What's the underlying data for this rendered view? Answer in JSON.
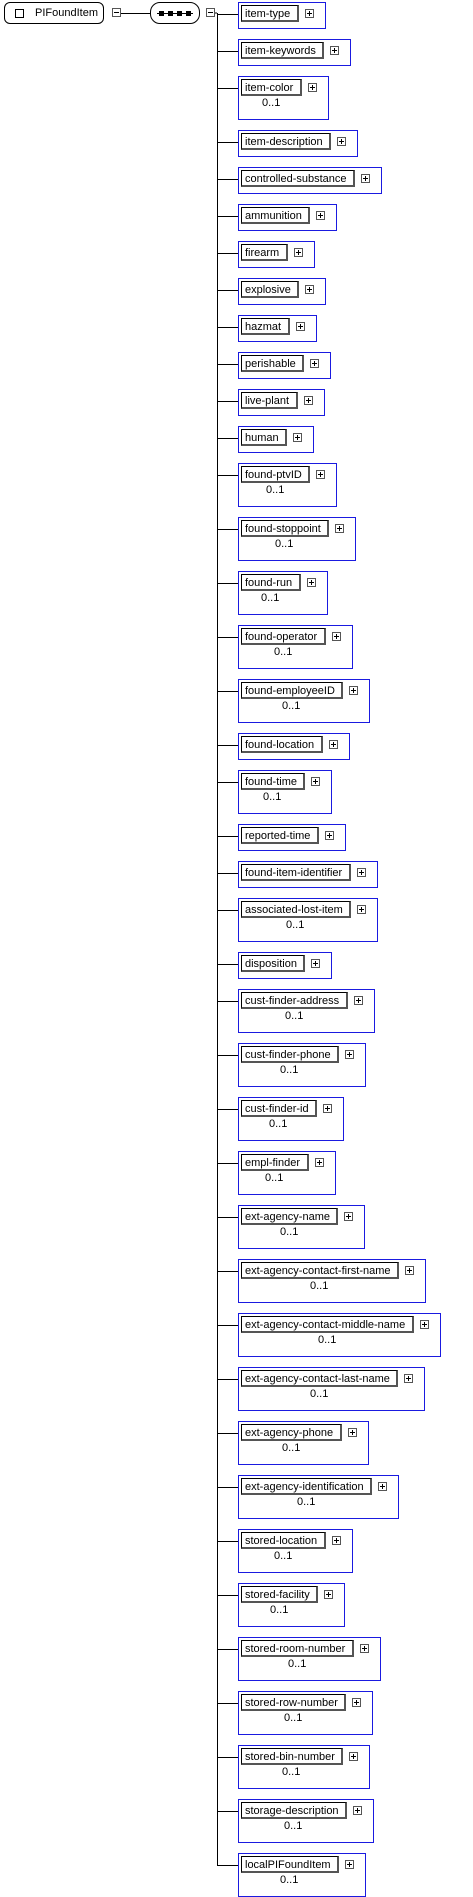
{
  "root": {
    "name": "PIFoundItem"
  },
  "elements": [
    {
      "name": "item-type",
      "occurs": ""
    },
    {
      "name": "item-keywords",
      "occurs": ""
    },
    {
      "name": "item-color",
      "occurs": "0..1"
    },
    {
      "name": "item-description",
      "occurs": ""
    },
    {
      "name": "controlled-substance",
      "occurs": ""
    },
    {
      "name": "ammunition",
      "occurs": ""
    },
    {
      "name": "firearm",
      "occurs": ""
    },
    {
      "name": "explosive",
      "occurs": ""
    },
    {
      "name": "hazmat",
      "occurs": ""
    },
    {
      "name": "perishable",
      "occurs": ""
    },
    {
      "name": "live-plant",
      "occurs": ""
    },
    {
      "name": "human",
      "occurs": ""
    },
    {
      "name": "found-ptvID",
      "occurs": "0..1"
    },
    {
      "name": "found-stoppoint",
      "occurs": "0..1"
    },
    {
      "name": "found-run",
      "occurs": "0..1"
    },
    {
      "name": "found-operator",
      "occurs": "0..1"
    },
    {
      "name": "found-employeeID",
      "occurs": "0..1"
    },
    {
      "name": "found-location",
      "occurs": ""
    },
    {
      "name": "found-time",
      "occurs": "0..1"
    },
    {
      "name": "reported-time",
      "occurs": ""
    },
    {
      "name": "found-item-identifier",
      "occurs": ""
    },
    {
      "name": "associated-lost-item",
      "occurs": "0..1"
    },
    {
      "name": "disposition",
      "occurs": ""
    },
    {
      "name": "cust-finder-address",
      "occurs": "0..1"
    },
    {
      "name": "cust-finder-phone",
      "occurs": "0..1"
    },
    {
      "name": "cust-finder-id",
      "occurs": "0..1"
    },
    {
      "name": "empl-finder",
      "occurs": "0..1"
    },
    {
      "name": "ext-agency-name",
      "occurs": "0..1"
    },
    {
      "name": "ext-agency-contact-first-name",
      "occurs": "0..1"
    },
    {
      "name": "ext-agency-contact-middle-name",
      "occurs": "0..1"
    },
    {
      "name": "ext-agency-contact-last-name",
      "occurs": "0..1"
    },
    {
      "name": "ext-agency-phone",
      "occurs": "0..1"
    },
    {
      "name": "ext-agency-identification",
      "occurs": "0..1"
    },
    {
      "name": "stored-location",
      "occurs": "0..1"
    },
    {
      "name": "stored-facility",
      "occurs": "0..1"
    },
    {
      "name": "stored-room-number",
      "occurs": "0..1"
    },
    {
      "name": "stored-row-number",
      "occurs": "0..1"
    },
    {
      "name": "stored-bin-number",
      "occurs": "0..1"
    },
    {
      "name": "storage-description",
      "occurs": "0..1"
    },
    {
      "name": "localPIFoundItem",
      "occurs": "0..1"
    }
  ]
}
